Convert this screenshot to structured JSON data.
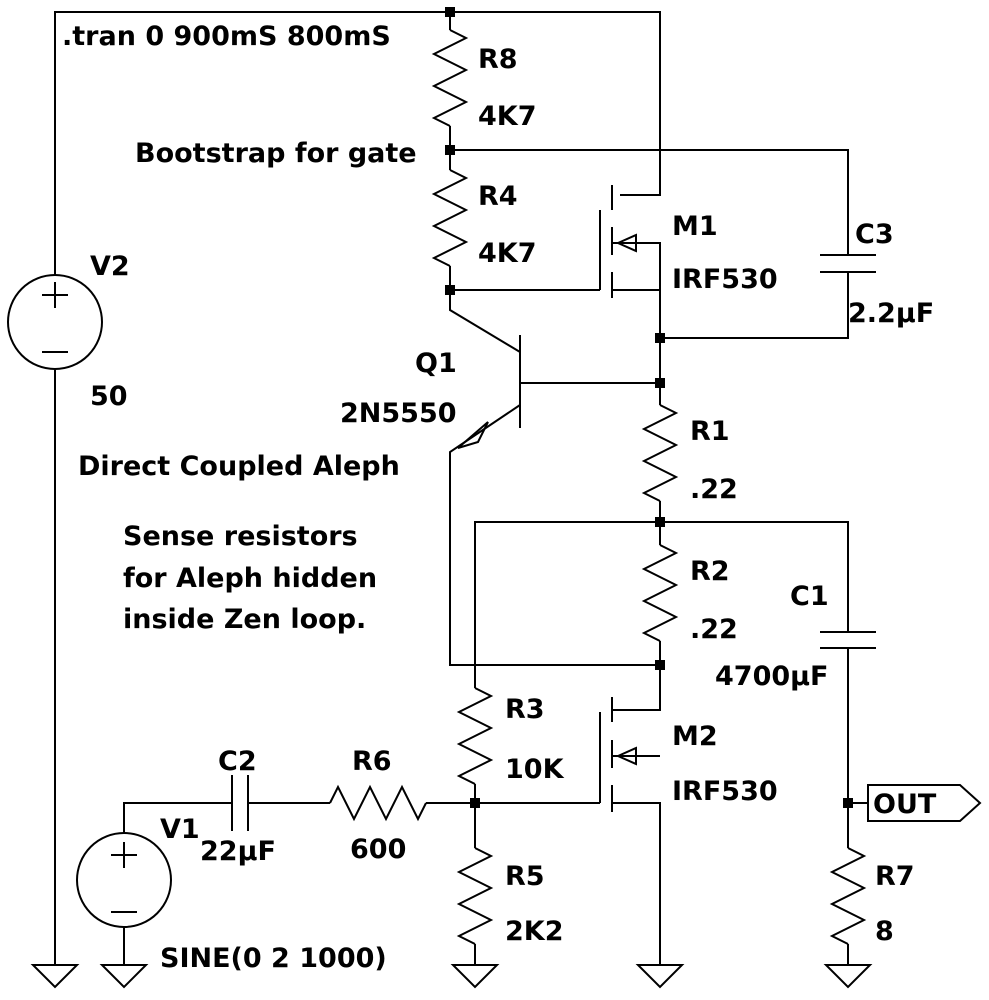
{
  "directive": ".tran 0 900mS 800mS",
  "notes": {
    "bootstrap": "Bootstrap for gate",
    "title": "Direct Coupled Aleph",
    "sense_line1": "Sense resistors",
    "sense_line2": "for Aleph hidden",
    "sense_line3": "inside Zen loop."
  },
  "components": {
    "R8": {
      "name": "R8",
      "value": "4K7"
    },
    "R4": {
      "name": "R4",
      "value": "4K7"
    },
    "R1": {
      "name": "R1",
      "value": ".22"
    },
    "R2": {
      "name": "R2",
      "value": ".22"
    },
    "R3": {
      "name": "R3",
      "value": "10K"
    },
    "R5": {
      "name": "R5",
      "value": "2K2"
    },
    "R6": {
      "name": "R6",
      "value": "600"
    },
    "R7": {
      "name": "R7",
      "value": "8"
    },
    "C1": {
      "name": "C1",
      "value": "4700µF"
    },
    "C2": {
      "name": "C2",
      "value": "22µF"
    },
    "C3": {
      "name": "C3",
      "value": "2.2µF"
    },
    "M1": {
      "name": "M1",
      "value": "IRF530"
    },
    "M2": {
      "name": "M2",
      "value": "IRF530"
    },
    "Q1": {
      "name": "Q1",
      "value": "2N5550"
    },
    "V1": {
      "name": "V1",
      "value": "SINE(0 2 1000)"
    },
    "V2": {
      "name": "V2",
      "value": "50"
    }
  },
  "ports": {
    "out": "OUT"
  }
}
